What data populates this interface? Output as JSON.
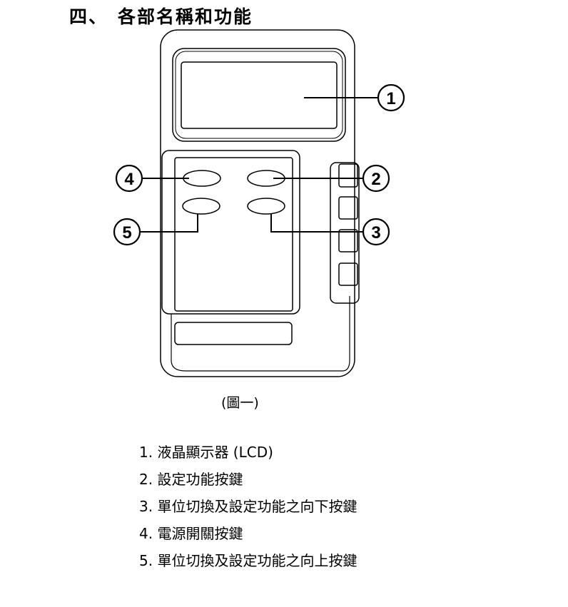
{
  "section": {
    "number": "四、",
    "title": "各部名稱和功能"
  },
  "figure": {
    "caption": "(圖一)",
    "callouts": [
      "1",
      "2",
      "3",
      "4",
      "5"
    ]
  },
  "parts": [
    {
      "num": "1.",
      "label": "液晶顯示器 (LCD)"
    },
    {
      "num": "2.",
      "label": "設定功能按鍵"
    },
    {
      "num": "3.",
      "label": "單位切換及設定功能之向下按鍵"
    },
    {
      "num": "4.",
      "label": "電源開關按鍵"
    },
    {
      "num": "5.",
      "label": "單位切換及設定功能之向上按鍵"
    }
  ]
}
